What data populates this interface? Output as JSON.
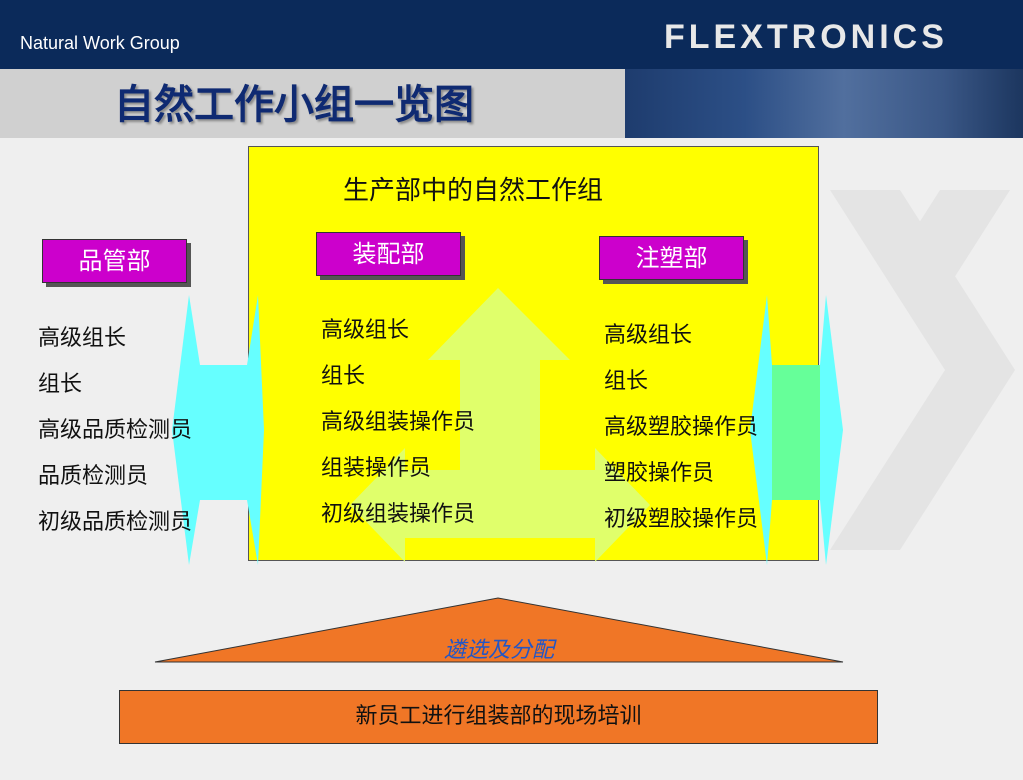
{
  "header": {
    "subtitle": "Natural Work Group",
    "brand": "FLEXTRONICS",
    "title": "自然工作小组一览图"
  },
  "colors": {
    "header_bg": "#0b2a5a",
    "title_color": "#0f2a72",
    "yellow_box": "#ffff00",
    "label_box": "#cc00cc",
    "orange": "#f07626",
    "cyan_arrow": "#66ffff",
    "green_arrow": "#66ff99"
  },
  "main": {
    "inner_title": "生产部中的自然工作组",
    "departments": [
      {
        "label": "品管部",
        "items": [
          "高级组长",
          "组长",
          "高级品质检测员",
          "品质检测员",
          "初级品质检测员"
        ]
      },
      {
        "label": "装配部",
        "items": [
          "高级组长",
          "组长",
          "高级组装操作员",
          "组装操作员",
          "初级组装操作员"
        ]
      },
      {
        "label": "注塑部",
        "items": [
          "高级组长",
          "组长",
          "高级塑胶操作员",
          "塑胶操作员",
          "初级塑胶操作员"
        ]
      }
    ]
  },
  "bottom": {
    "selection_label": "遴选及分配",
    "training_label": "新员工进行组装部的现场培训"
  }
}
